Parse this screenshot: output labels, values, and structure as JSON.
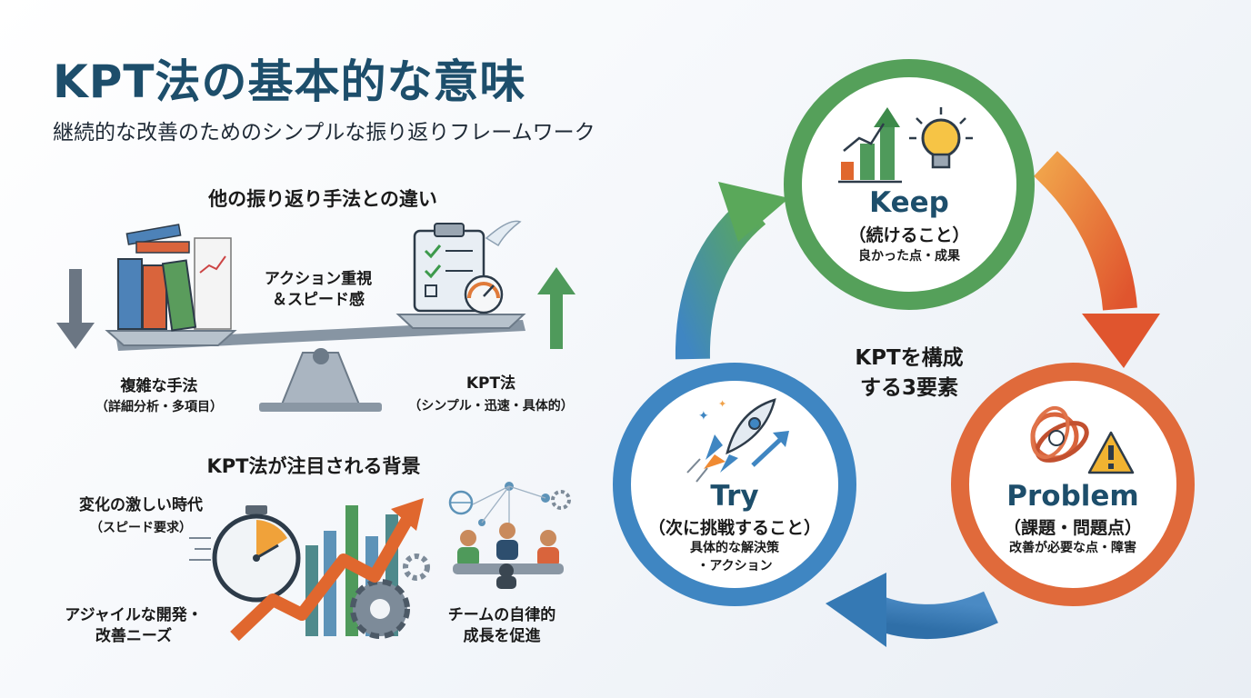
{
  "title": "KPT法の基本的な意味",
  "subtitle": "継続的な改善のためのシンプルな振り返りフレームワーク",
  "comparison": {
    "heading": "他の振り返り手法との違い",
    "center_label": [
      "アクション重視",
      "＆スピード感"
    ],
    "left_label": "複雑な手法",
    "left_sub": "（詳細分析・多項目）",
    "right_label": "KPT法",
    "right_sub": "（シンプル・迅速・具体的）"
  },
  "background": {
    "heading": "KPT法が注目される背景",
    "item1": "変化の激しい時代",
    "item1_sub": "（スピード要求）",
    "item2": [
      "アジャイルな開発・",
      "改善ニーズ"
    ],
    "item3": [
      "チームの自律的",
      "成長を促進"
    ]
  },
  "cycle": {
    "center": [
      "KPTを構成",
      "する3要素"
    ],
    "keep": {
      "title": "Keep",
      "sub": "（続けること）",
      "desc": [
        "良かった点・成果"
      ],
      "color": "#4a9a4e"
    },
    "problem": {
      "title": "Problem",
      "sub": "（課題・問題点）",
      "desc": [
        "改善が必要な点・障害"
      ],
      "color": "#e06a3b"
    },
    "try": {
      "title": "Try",
      "sub": "（次に挑戦すること）",
      "desc": [
        "具体的な解決策",
        "・アクション"
      ],
      "color": "#3f86c2"
    }
  }
}
